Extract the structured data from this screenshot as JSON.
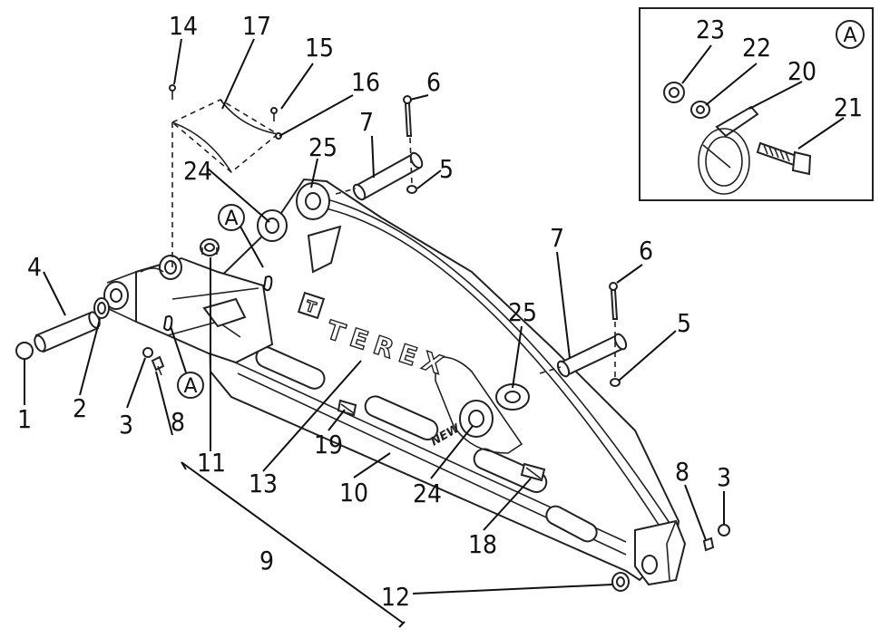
{
  "callouts": {
    "n1": "1",
    "n2": "2",
    "n3a": "3",
    "n3b": "3",
    "n4": "4",
    "n5a": "5",
    "n5b": "5",
    "n6a": "6",
    "n6b": "6",
    "n7a": "7",
    "n7b": "7",
    "n8a": "8",
    "n8b": "8",
    "n9": "9",
    "n10": "10",
    "n11": "11",
    "n12": "12",
    "n13": "13",
    "n14": "14",
    "n15": "15",
    "n16": "16",
    "n17": "17",
    "n18": "18",
    "n19": "19",
    "n20": "20",
    "n21": "21",
    "n22": "22",
    "n23": "23",
    "n24a": "24",
    "n24b": "24",
    "n25a": "25",
    "n25b": "25"
  },
  "detail_markers": {
    "a1": "A",
    "a2": "A",
    "a3": "A"
  },
  "logo": {
    "brand": "TEREX",
    "mark": "T"
  },
  "stamp": "NEW"
}
